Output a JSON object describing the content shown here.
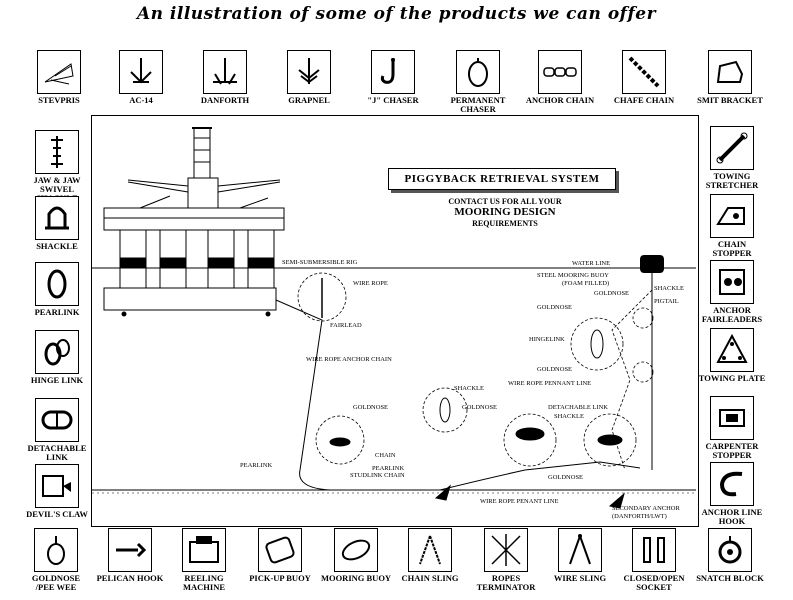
{
  "title": "An illustration of some of the products we can offer",
  "products_top": [
    {
      "label": "STEVPRIS",
      "icon": "stevpris-anchor-icon"
    },
    {
      "label": "AC-14",
      "icon": "ac14-anchor-icon"
    },
    {
      "label": "DANFORTH",
      "icon": "danforth-anchor-icon"
    },
    {
      "label": "GRAPNEL",
      "icon": "grapnel-icon"
    },
    {
      "label": "\"J\" CHASER",
      "icon": "j-chaser-icon"
    },
    {
      "label": "PERMANENT\nCHASER",
      "icon": "permanent-chaser-icon"
    },
    {
      "label": "ANCHOR CHAIN",
      "icon": "anchor-chain-icon"
    },
    {
      "label": "CHAFE CHAIN",
      "icon": "chafe-chain-icon"
    },
    {
      "label": "SMIT BRACKET",
      "icon": "smit-bracket-icon"
    }
  ],
  "products_left": [
    {
      "label": "JAW & JAW\nSWIVEL\nSHACKLE",
      "icon": "jaw-swivel-shackle-icon"
    },
    {
      "label": "SHACKLE",
      "icon": "shackle-icon"
    },
    {
      "label": "PEARLINK",
      "icon": "pearlink-icon"
    },
    {
      "label": "HINGE LINK",
      "icon": "hinge-link-icon"
    },
    {
      "label": "DETACHABLE\nLINK",
      "icon": "detachable-link-icon"
    },
    {
      "label": "DEVIL'S CLAW",
      "icon": "devils-claw-icon"
    }
  ],
  "products_right": [
    {
      "label": "TOWING\nSTRETCHER",
      "icon": "towing-stretcher-icon"
    },
    {
      "label": "CHAIN\nSTOPPER",
      "icon": "chain-stopper-icon"
    },
    {
      "label": "ANCHOR\nFAIRLEADERS",
      "icon": "anchor-fairleader-icon"
    },
    {
      "label": "TOWING PLATE",
      "icon": "towing-plate-icon"
    },
    {
      "label": "CARPENTER\nSTOPPER",
      "icon": "carpenter-stopper-icon"
    },
    {
      "label": "ANCHOR LINE\nHOOK",
      "icon": "anchor-line-hook-icon"
    }
  ],
  "products_bottom": [
    {
      "label": "GOLDNOSE\n/PEE WEE",
      "icon": "goldnose-icon"
    },
    {
      "label": "PELICAN HOOK",
      "icon": "pelican-hook-icon"
    },
    {
      "label": "REELING\nMACHINE",
      "icon": "reeling-machine-icon"
    },
    {
      "label": "PICK-UP BUOY",
      "icon": "pickup-buoy-icon"
    },
    {
      "label": "MOORING BUOY",
      "icon": "mooring-buoy-icon"
    },
    {
      "label": "CHAIN SLING",
      "icon": "chain-sling-icon"
    },
    {
      "label": "ROPES\nTERMINATOR",
      "icon": "ropes-terminator-icon"
    },
    {
      "label": "WIRE SLING",
      "icon": "wire-sling-icon"
    },
    {
      "label": "CLOSED/OPEN\nSOCKET",
      "icon": "socket-icon"
    },
    {
      "label": "SNATCH BLOCK",
      "icon": "snatch-block-icon"
    }
  ],
  "diagram": {
    "heading": "PIGGYBACK RETRIEVAL SYSTEM",
    "contact_line1": "CONTACT US FOR ALL YOUR",
    "contact_line2": "MOORING DESIGN",
    "contact_line3": "REQUIREMENTS",
    "labels": {
      "water_line": "WATER LINE",
      "semi_sub": "SEMI-SUBMERSIBLE RIG",
      "wire_rope": "WIRE ROPE",
      "fairlead": "FAIRLEAD",
      "wire_rope_anchor_chain": "WIRE ROPE ANCHOR CHAIN",
      "steel_buoy": "STEEL MOORING BUOY",
      "foam_filled": "(FOAM FILLED)",
      "shackle_buoy": "SHACKLE",
      "goldnose_buoy": "GOLDNOSE",
      "pigtail": "PIGTAIL",
      "goldnose_1": "GOLDNOSE",
      "hingelink": "HINGELINK",
      "goldnose_2": "GOLDNOSE",
      "wire_rope_pennant_line": "WIRE ROPE PENNANT LINE",
      "shackle_1": "SHACKLE",
      "goldnose_3": "GOLDNOSE",
      "goldnose_4": "GOLDNOSE",
      "detachable_link": "DETACHABLE LINK",
      "shackle_2": "SHACKLE",
      "chain": "CHAIN",
      "pearlink_1": "PEARLINK",
      "pearlink_2": "PEARLINK",
      "studlink_chain": "STUDLINK CHAIN",
      "goldnose_5": "GOLDNOSE",
      "wire_rope_penant_line": "WIRE ROPE PENANT LINE",
      "secondary_anchor": "SECONDARY ANCHOR",
      "danforth_lwt": "(DANFORTH/LWT)"
    }
  }
}
